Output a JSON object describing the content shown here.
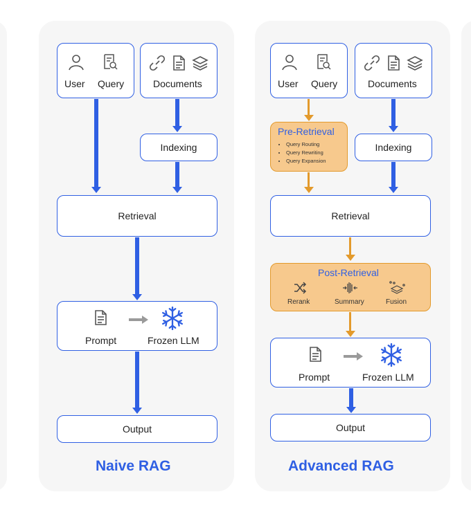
{
  "naive": {
    "title": "Naive RAG",
    "user": "User",
    "query": "Query",
    "documents": "Documents",
    "indexing": "Indexing",
    "retrieval": "Retrieval",
    "prompt": "Prompt",
    "frozen_llm": "Frozen LLM",
    "output": "Output"
  },
  "advanced": {
    "title": "Advanced RAG",
    "user": "User",
    "query": "Query",
    "documents": "Documents",
    "indexing": "Indexing",
    "pre_retrieval": {
      "title": "Pre-Retrieval",
      "items": [
        "Query Routing",
        "Query Rewriting",
        "Query Expansion"
      ]
    },
    "retrieval": "Retrieval",
    "post_retrieval": {
      "title": "Post-Retrieval",
      "rerank": "Rerank",
      "summary": "Summary",
      "fusion": "Fusion"
    },
    "prompt": "Prompt",
    "frozen_llm": "Frozen LLM",
    "output": "Output"
  },
  "colors": {
    "blue": "#2f5fe3",
    "orange_fill": "#f7c98d",
    "orange_stroke": "#e39a2c",
    "panel": "#f6f6f6"
  },
  "icons": [
    "user-icon",
    "query-icon",
    "link-icon",
    "document-icon",
    "layers-icon",
    "doc-icon",
    "snowflake-icon",
    "shuffle-icon",
    "summary-icon",
    "fusion-icon"
  ]
}
